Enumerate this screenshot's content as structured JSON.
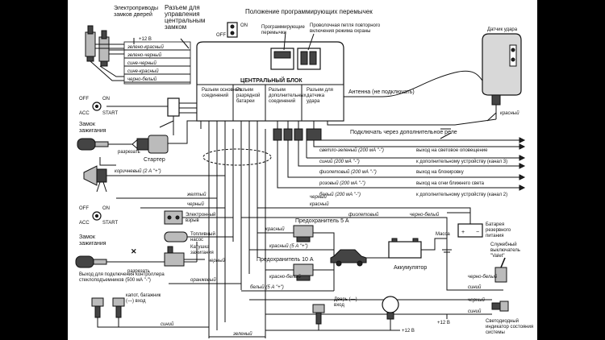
{
  "labels": {
    "door_actuators": "Электроприводы\nзамков дверей",
    "plus12_top": "+12 В",
    "central_lock_connector": "Разъем для\nуправления\nцентральным\nзамком",
    "jumper_position": "Положение программирующих перемычек",
    "jumper_on": "ON",
    "jumper_off": "OFF",
    "prog_jumpers": "Программирующие\nперемычки",
    "wire_loop": "Проволочная петля повторного\nвключения режима охраны",
    "shock_sensor": "Датчик удара",
    "wire_colors_top": [
      "зелено-красный",
      "зелено-черный",
      "сине-черный",
      "сине-красный",
      "черно-белый"
    ],
    "central_block": "ЦЕНТРАЛЬНЫЙ БЛОК",
    "conn_main": "Разъем основных\nсоединений",
    "conn_trunk": "Разъем\nразрядной\nбатареи",
    "conn_extra": "Разъем\nдополнительных\nсоединений",
    "conn_sensor": "Разъем для\nдатчика\nудара",
    "antenna": "Антенна (не подключать)",
    "red_shock": "красный",
    "ignition_switch_top": "Замок\nзажигания",
    "starter": "Стартер",
    "off": "OFF",
    "on": "ON",
    "acc": "ACC",
    "start": "START",
    "cut": "разрезать",
    "relay_note": "Подключать через дополнительное реле",
    "outputs": [
      "светло-зеленый (200 мА \"-\")",
      "синий (200 мА \"-\")",
      "фиолетовый (200 мА \"-\")",
      "розовый (200 мА \"-\")",
      "белый (200 мА \"-\")"
    ],
    "output_targets": [
      "выход на световое оповещение",
      "к дополнительному устройству (канал 3)",
      "выход на блокировку",
      "выход на огни ближнего света",
      "к дополнительному устройству (канал 2)"
    ],
    "siren_wire": "коричневый (2 А \"+\")",
    "yellow": "желтый",
    "black": "черный",
    "red": "красный",
    "violet": "фиолетовый",
    "black_white": "черно-белый",
    "orange": "оранжевый",
    "green": "зеленый",
    "blue": "синий",
    "white": "белый",
    "ignition_switch_bottom": "Замок\nзажигания",
    "fuel_pump": "Топливный\nнасос",
    "elec_fuse": "Электронный\nвзрыв",
    "ignition_coil": "Катушка\nзажигания",
    "fuse5": "Предохранитель 5 А",
    "fuse10": "Предохранитель 10 А",
    "red_5a": "красный (5 А \"+\")",
    "white_5a": "белый (5 А \"+\")",
    "mass": "Масса",
    "battery": "Аккумулятор",
    "backup_battery": "Батарея\nрезервного\nпитания",
    "service_switch": "Служебный\nвыключатель\n\"Valet\"",
    "window_lift": "Выход для подключения контроллера\nстеклоподъемников (500 мА \"-\")",
    "hood_trunk": "капот, багажник\n(—) вход",
    "door_input": "Дверь (—)\nвход",
    "plus12_bottom1": "+12 В",
    "plus12_bottom2": "+12 В",
    "led": "Светодиодный\nиндикатор состояния\nсистемы",
    "red_white": "красно-белый",
    "black_white2": "черно-белый"
  }
}
